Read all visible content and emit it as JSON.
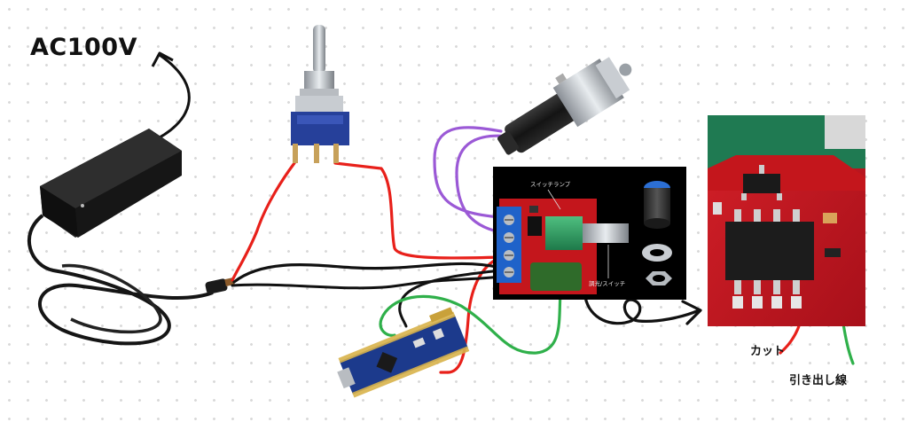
{
  "labels": {
    "ac_voltage": "AC100V",
    "cut": "カット",
    "lead_wire": "引き出し線"
  },
  "board_labels": {
    "switch_lamp": "スイッチランプ",
    "dimmer_switch": "調光/スイッチ"
  },
  "colors": {
    "wire_red": "#e8201a",
    "wire_black": "#111111",
    "wire_purple": "#9b59d6",
    "wire_green": "#2fb04a",
    "pcb_red": "#c4161c",
    "terminal_blue": "#1f62c9",
    "arduino_blue": "#1c3a8c"
  },
  "icons": [
    "power-adapter",
    "toggle-switch",
    "geared-motor",
    "pwm-controller-board",
    "potentiometer-knob",
    "arduino-nano",
    "chip-closeup"
  ]
}
